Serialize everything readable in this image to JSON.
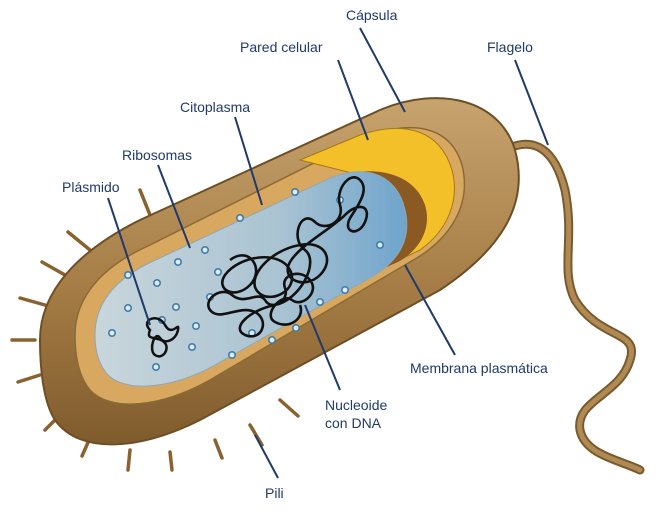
{
  "diagram": {
    "labels": {
      "capsula": "Cápsula",
      "pared_celular": "Pared celular",
      "flagelo": "Flagelo",
      "citoplasma": "Citoplasma",
      "ribosomas": "Ribosomas",
      "plasmido": "Plásmido",
      "membrana_plasmatica": "Membrana plasmática",
      "nucleoide_line1": "Nucleoide",
      "nucleoide_line2": "con DNA",
      "pili": "Pili"
    },
    "colors": {
      "capsule": "#b08a55",
      "capsule_dark": "#7a5a2c",
      "cell_wall": "#d9a860",
      "membrane_yellow": "#f4c02a",
      "membrane_brown": "#8b5a22",
      "cytoplasm": "#b7c9d3",
      "cytoplasm_blue": "#87b6d6",
      "ribosome": "#3e7eaa",
      "dna": "#111111",
      "label": "#1f3a6b"
    }
  }
}
